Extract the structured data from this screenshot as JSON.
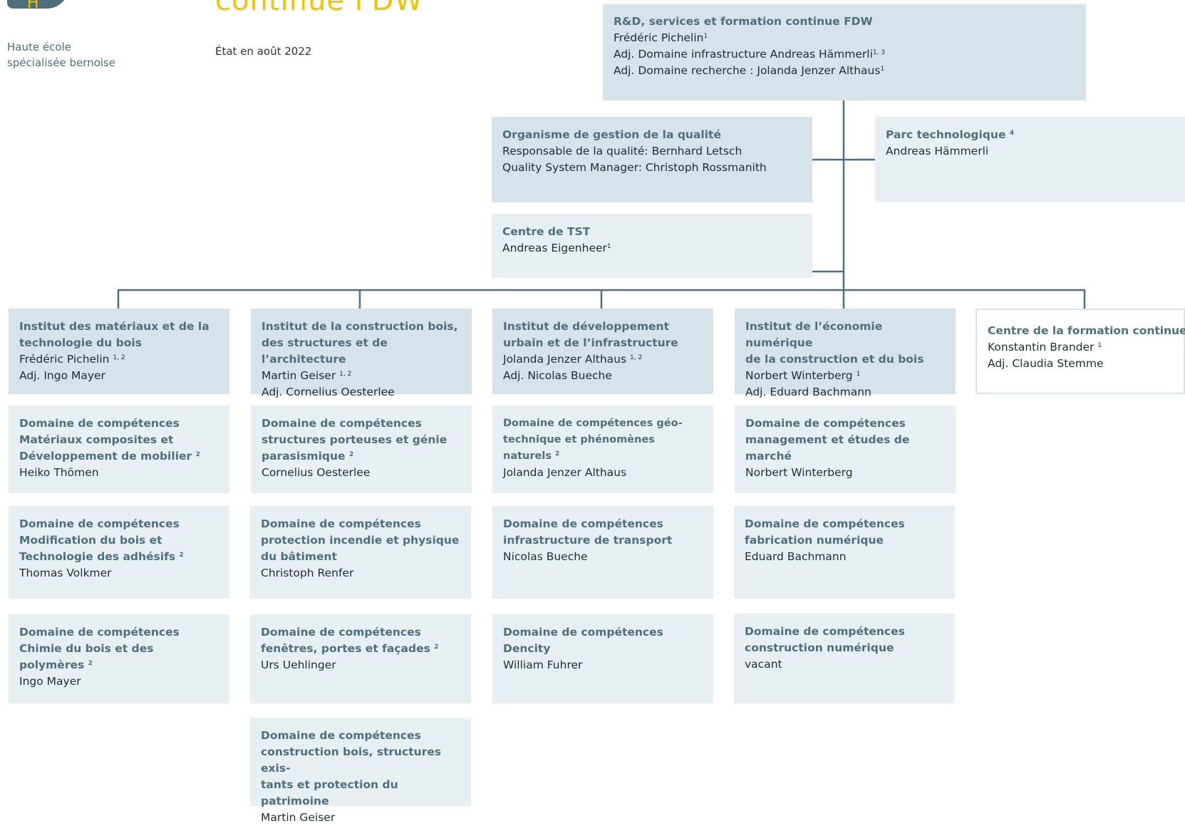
{
  "header": {
    "title": "continue FDW",
    "school_line1": "Haute école",
    "school_line2": "spécialisée bernoise",
    "logo_letter": "H",
    "status": "État en août 2022"
  },
  "top": {
    "title": "R&D, services et formation continue FDW",
    "head": "Frédéric Pichelin",
    "head_sup": "1",
    "deputy1": "Adj. Domaine infrastructure Andreas Hämmerli",
    "deputy1_sup": "1, 3",
    "deputy2": "Adj. Domaine recherche : Jolanda Jenzer Althaus",
    "deputy2_sup": "1"
  },
  "quality": {
    "title": "Organisme de gestion de la qualité",
    "line1": "Responsable de la qualité: Bernhard Letsch",
    "line2": "Quality System Manager: Christoph Rossmanith"
  },
  "parc": {
    "title": "Parc technologique",
    "title_sup": "4",
    "line1": "Andreas Hämmerli"
  },
  "tst": {
    "title": "Centre de TST",
    "line1": "Andreas Eigenheer",
    "line1_sup": "1"
  },
  "institutes": [
    {
      "title1": "Institut des matériaux et de la",
      "title2": "technologie du bois",
      "head": "Frédéric Pichelin",
      "head_sup": "1, 2",
      "deputy": "Adj. Ingo Mayer",
      "domains": [
        {
          "t1": "Domaine de compétences",
          "t2": "Matériaux composites et",
          "t3": "Développement de mobilier",
          "sup": "2",
          "name": "Heiko Thömen"
        },
        {
          "t1": "Domaine de compétences",
          "t2": "Modification du bois et",
          "t3": "Technologie des adhésifs",
          "sup": "2",
          "name": "Thomas Volkmer"
        },
        {
          "t1": "Domaine de compétences",
          "t2": "Chimie du bois et des",
          "t3": "polymères",
          "sup": "2",
          "name": "Ingo Mayer"
        }
      ]
    },
    {
      "title1": "Institut de la construction bois,",
      "title2": "des structures et de l’architecture",
      "head": "Martin Geiser",
      "head_sup": "1, 2",
      "deputy": "Adj. Cornelius Oesterlee",
      "domains": [
        {
          "t1": "Domaine de compétences",
          "t2": "structures porteuses et génie",
          "t3": "parasismique",
          "sup": "2",
          "name": "Cornelius Oesterlee"
        },
        {
          "t1": "Domaine de compétences",
          "t2": "protection incendie et physique",
          "t3": "du bâtiment",
          "sup": "",
          "name": "Christoph Renfer"
        },
        {
          "t1": "Domaine de compétences",
          "t2": "fenêtres, portes et façades",
          "t3": "",
          "sup": "2",
          "name": "Urs Uehlinger"
        },
        {
          "t1": "Domaine de compétences",
          "t2": "construction bois, structures exis-",
          "t3": "tants et protection du patrimoine",
          "sup": "",
          "name": "Martin Geiser"
        }
      ]
    },
    {
      "title1": "Institut de développement",
      "title2": "urbain et de l’infrastructure",
      "head": "Jolanda Jenzer Althaus",
      "head_sup": "1, 2",
      "deputy": "Adj. Nicolas Bueche",
      "domains": [
        {
          "t1": "Domaine de compétences géo-",
          "t2": "technique et phénomènes naturels",
          "t3": "",
          "sup": "2",
          "name": "Jolanda Jenzer Althaus"
        },
        {
          "t1": "Domaine de compétences",
          "t2": "infrastructure de transport",
          "t3": "",
          "sup": "",
          "name": "Nicolas Bueche"
        },
        {
          "t1": "Domaine de compétences",
          "t2": "Dencity",
          "t3": "",
          "sup": "",
          "name": "William Fuhrer"
        }
      ]
    },
    {
      "title1": "Institut de l’économie numérique",
      "title2": "de la construction et du bois",
      "head": "Norbert Winterberg",
      "head_sup": "1",
      "deputy": "Adj. Eduard Bachmann",
      "domains": [
        {
          "t1": "Domaine de compétences",
          "t2": "management et études de marché",
          "t3": "",
          "sup": "",
          "name": "Norbert Winterberg"
        },
        {
          "t1": "Domaine de compétences",
          "t2": "fabrication numérique",
          "t3": "",
          "sup": "",
          "name": "Eduard Bachmann"
        },
        {
          "t1": "Domaine de compétences",
          "t2": "construction numérique",
          "t3": "",
          "sup": "",
          "name": "vacant"
        }
      ]
    }
  ],
  "formation": {
    "title": "Centre de la formation continue",
    "head": "Konstantin Brander",
    "head_sup": "1",
    "deputy": "Adj. Claudia Stemme"
  }
}
